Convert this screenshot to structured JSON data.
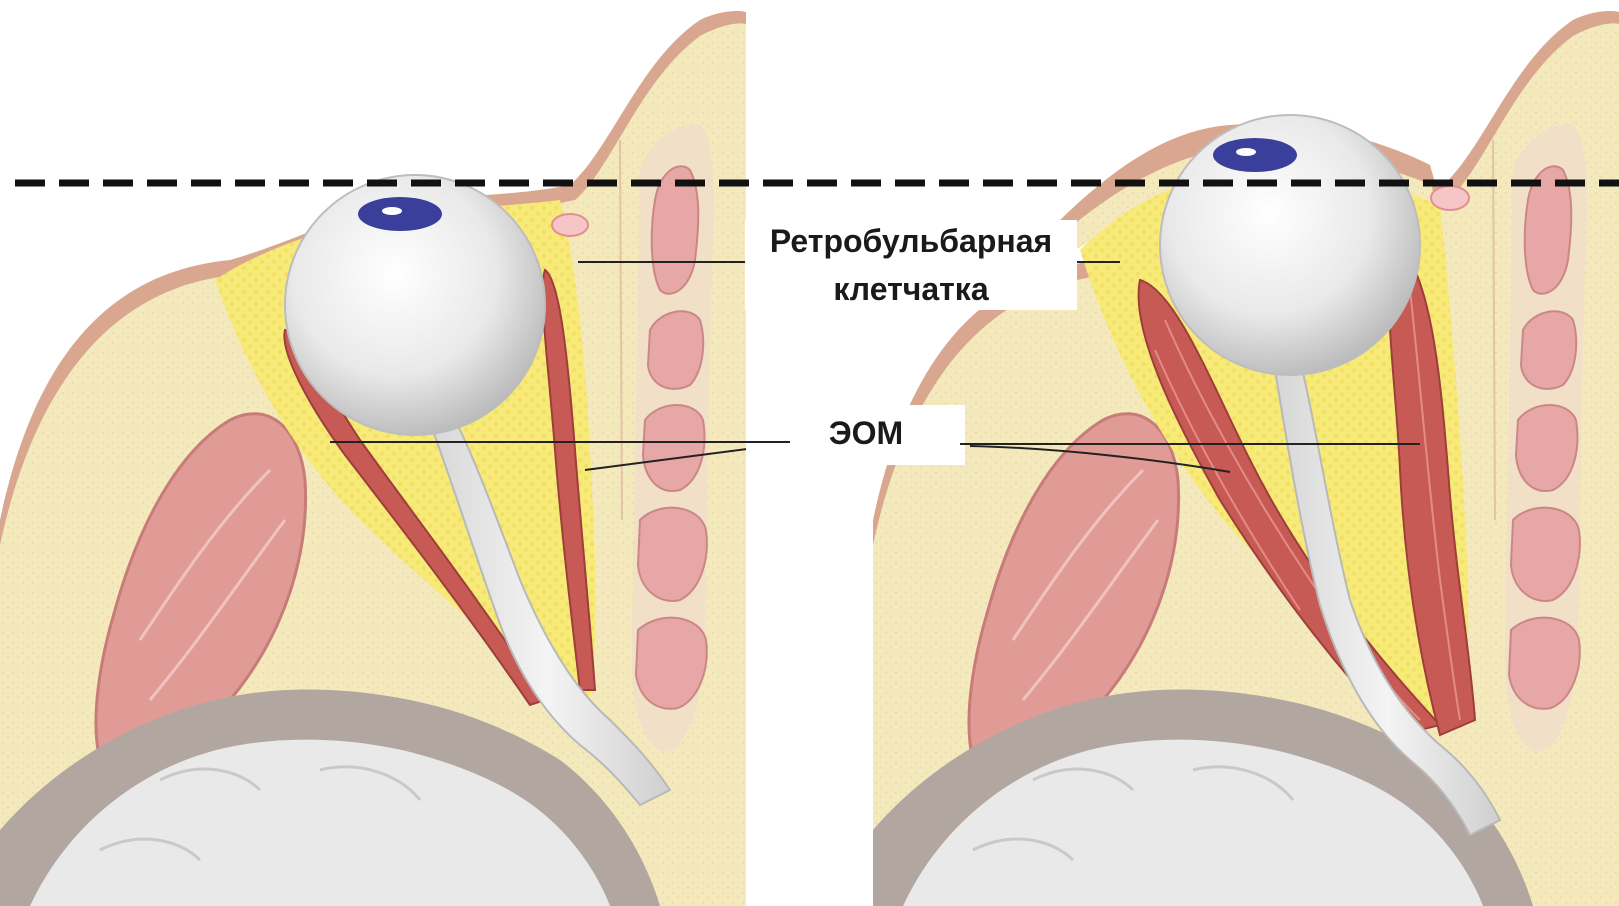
{
  "labels": {
    "retro_line1": "Ретробульбарная",
    "retro_line2": "клетчатка",
    "eom": "ЭОМ"
  },
  "colors": {
    "bone": "#f3e6b8",
    "fat": "#f6e97a",
    "skin": "#d9a78f",
    "muscle": "#c85a55",
    "muscle_light": "#e38c86",
    "globe": "#eaeaea",
    "iris": "#3b3f9c",
    "brain": "#e6e6e6",
    "dura": "#b1a7a0",
    "sinus": "#e7a7a6"
  }
}
